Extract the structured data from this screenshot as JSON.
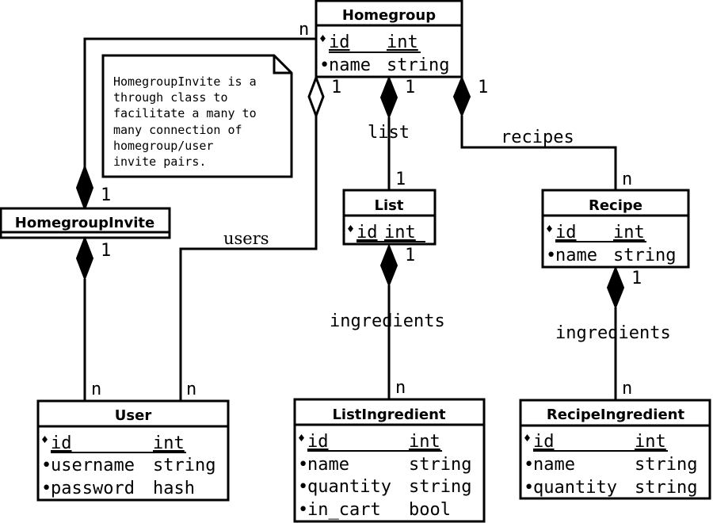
{
  "entities": {
    "homegroup": {
      "title": "Homegroup",
      "attrs": [
        {
          "marker": "♦",
          "name": "id",
          "type": "int",
          "key": true
        },
        {
          "marker": "•",
          "name": "name",
          "type": "string",
          "key": false
        }
      ]
    },
    "homegroup_invite": {
      "title": "HomegroupInvite",
      "attrs": []
    },
    "list": {
      "title": "List",
      "attrs": [
        {
          "marker": "♦",
          "name": "id",
          "type": "int",
          "key": true
        }
      ]
    },
    "recipe": {
      "title": "Recipe",
      "attrs": [
        {
          "marker": "♦",
          "name": "id",
          "type": "int",
          "key": true
        },
        {
          "marker": "•",
          "name": "name",
          "type": "string",
          "key": false
        }
      ]
    },
    "user": {
      "title": "User",
      "attrs": [
        {
          "marker": "♦",
          "name": "id",
          "type": "int",
          "key": true
        },
        {
          "marker": "•",
          "name": "username",
          "type": "string",
          "key": false
        },
        {
          "marker": "•",
          "name": "password",
          "type": "hash",
          "key": false
        }
      ]
    },
    "list_ingredient": {
      "title": "ListIngredient",
      "attrs": [
        {
          "marker": "♦",
          "name": "id",
          "type": "int",
          "key": true
        },
        {
          "marker": "•",
          "name": "name",
          "type": "string",
          "key": false
        },
        {
          "marker": "•",
          "name": "quantity",
          "type": "string",
          "key": false
        },
        {
          "marker": "•",
          "name": "in_cart",
          "type": "bool",
          "key": false
        }
      ]
    },
    "recipe_ingredient": {
      "title": "RecipeIngredient",
      "attrs": [
        {
          "marker": "♦",
          "name": "id",
          "type": "int",
          "key": true
        },
        {
          "marker": "•",
          "name": "name",
          "type": "string",
          "key": false
        },
        {
          "marker": "•",
          "name": "quantity",
          "type": "string",
          "key": false
        }
      ]
    }
  },
  "note": {
    "lines": [
      "HomegroupInvite is a",
      "through class to",
      "facilitate a many to",
      "many connection of",
      "homegroup/user",
      "invite pairs."
    ]
  },
  "relations": {
    "homegroup_invite": {
      "label": "",
      "from_mult": "n",
      "to_mult": "1"
    },
    "invite_user": {
      "label": "",
      "from_mult": "1",
      "to_mult": "n"
    },
    "homegroup_users": {
      "label": "users",
      "from_mult": "1",
      "to_mult": "n"
    },
    "homegroup_list": {
      "label": "list",
      "from_mult": "1",
      "to_mult": "1"
    },
    "homegroup_recipes": {
      "label": "recipes",
      "from_mult": "1",
      "to_mult": "n"
    },
    "list_ingredients": {
      "label": "ingredients",
      "from_mult": "1",
      "to_mult": "n"
    },
    "recipe_ingredients": {
      "label": "ingredients",
      "from_mult": "1",
      "to_mult": "n"
    }
  }
}
